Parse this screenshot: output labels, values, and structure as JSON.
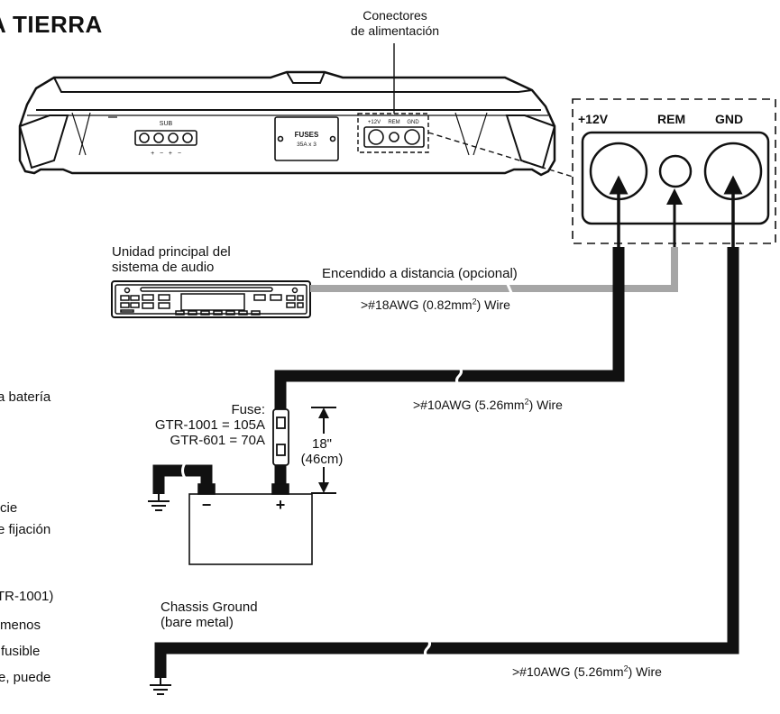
{
  "heading": "A TIERRA",
  "connectors_label": [
    "Conectores",
    "de alimentación"
  ],
  "terminals": {
    "pos": "+12V",
    "rem": "REM",
    "gnd": "GND"
  },
  "amp": {
    "sub_label": "SUB",
    "sub_signs": "+   −   +   −",
    "fuses_label": "FUSES",
    "fuses_rating": "35A x 3",
    "small_terminals": [
      "+12V",
      "REM",
      "GND"
    ]
  },
  "head_unit_label": [
    "Unidad principal del",
    "sistema de audio"
  ],
  "remote_label": "Encendido a distancia (opcional)",
  "wire_18awg": {
    "pre": ">#18AWG (0.82mm",
    "sup": "2",
    "post": ") Wire"
  },
  "wire_10awg_power": {
    "pre": ">#10AWG (5.26mm",
    "sup": "2",
    "post": ") Wire"
  },
  "wire_10awg_ground": {
    "pre": ">#10AWG (5.26mm",
    "sup": "2",
    "post": ") Wire"
  },
  "fuse_label": [
    "Fuse:",
    "GTR-1001 = 105A",
    "GTR-601 = 70A"
  ],
  "distance_label": [
    "18\"",
    "(46cm)"
  ],
  "battery": {
    "minus": "−",
    "plus": "+"
  },
  "chassis_label": [
    "Chassis Ground",
    "(bare metal)"
  ],
  "left_text_fragments": [
    "a batería",
    "cie",
    "e fijación",
    "TR-1001)",
    "menos",
    "fusible",
    "e, puede"
  ],
  "colors": {
    "power_wire": "#111111",
    "remote_wire": "#a6a6a6",
    "ink": "#111111"
  }
}
